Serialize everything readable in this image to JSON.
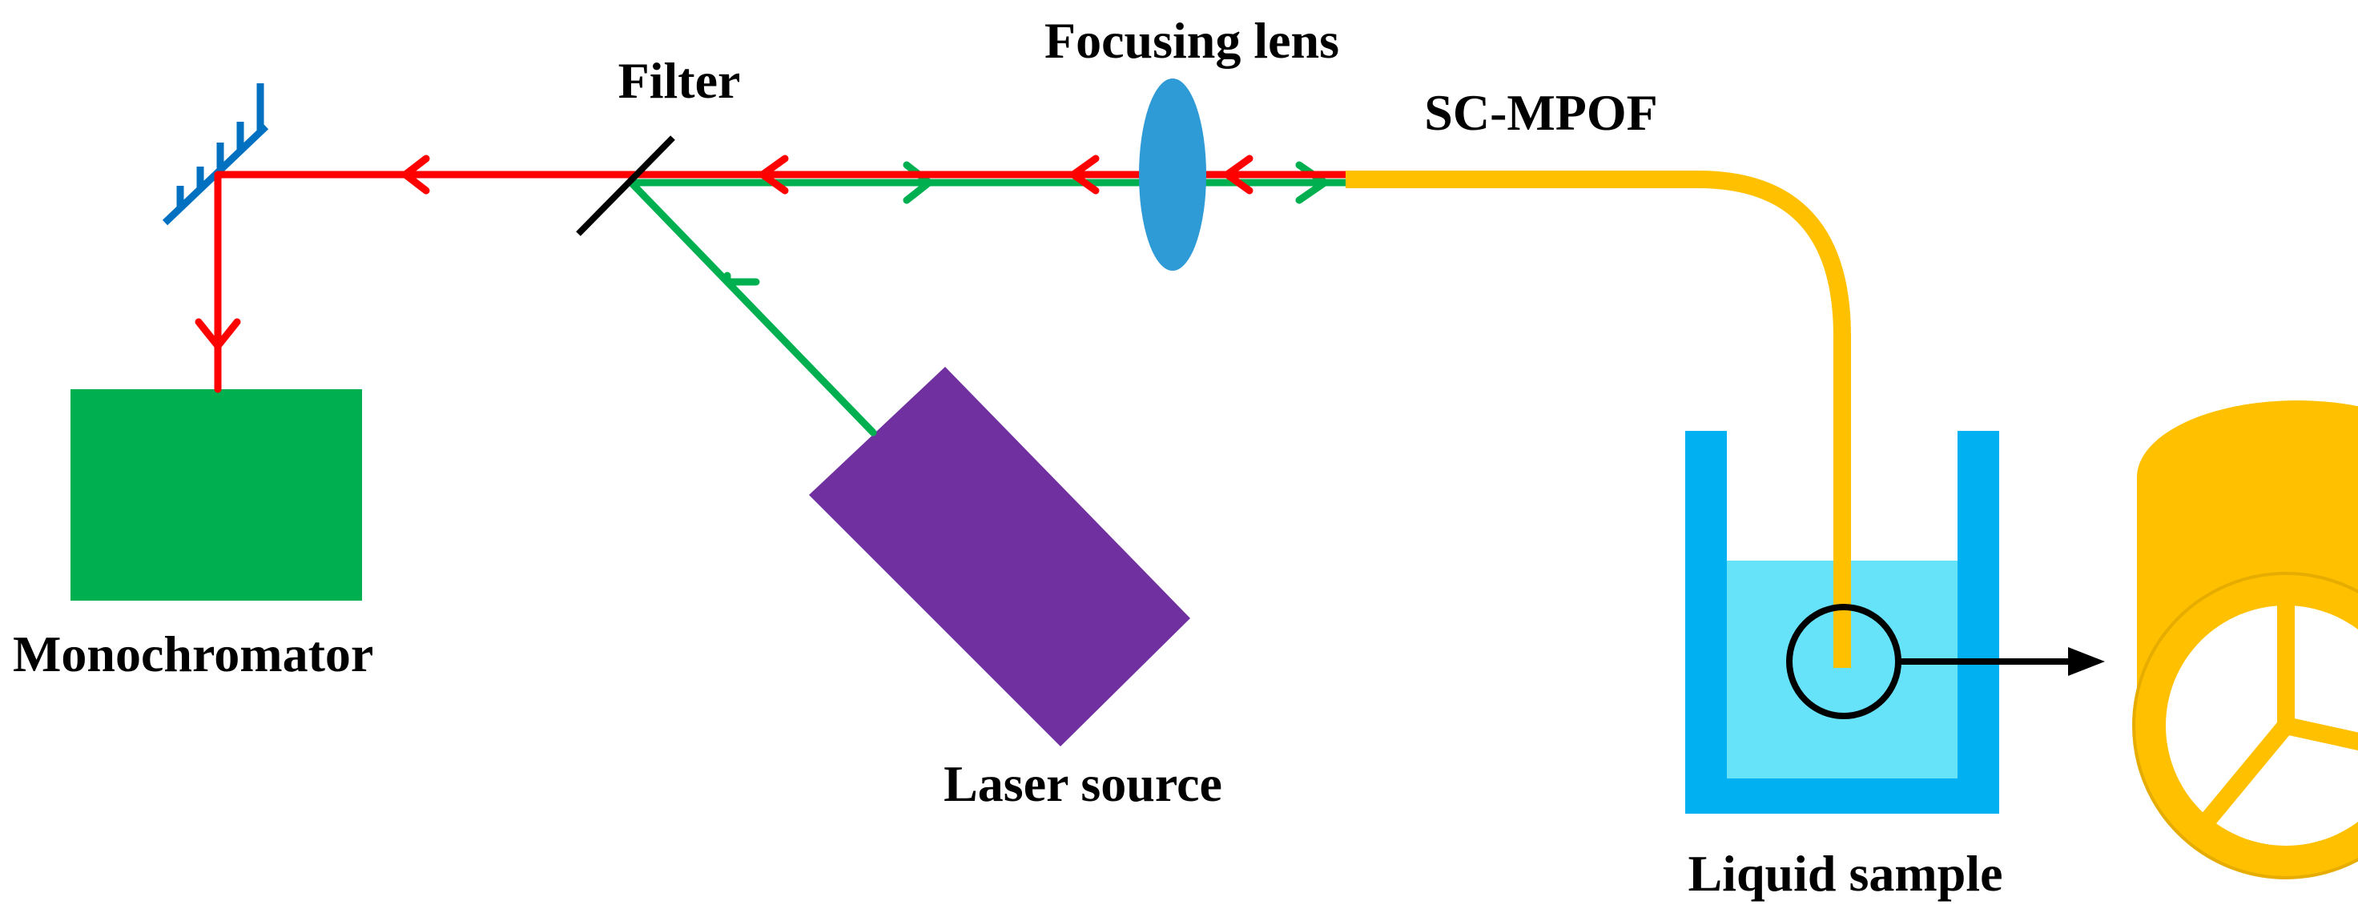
{
  "labels": {
    "filter": "Filter",
    "focusing_lens": "Focusing lens",
    "fiber": "SC-MPOF",
    "monochromator": "Monochromator",
    "laser_source": "Laser source",
    "liquid_sample": "Liquid sample"
  },
  "colors": {
    "signal_beam": "#FF0000",
    "excitation_beam": "#00B050",
    "fiber": "#FFC000",
    "mirror": "#0070C0",
    "lens": "#2E9AD6",
    "monochromator": "#00B050",
    "laser_source": "#7030A0",
    "container": "#00B0F0",
    "liquid": "#66E2F9",
    "filter": "#000000"
  }
}
